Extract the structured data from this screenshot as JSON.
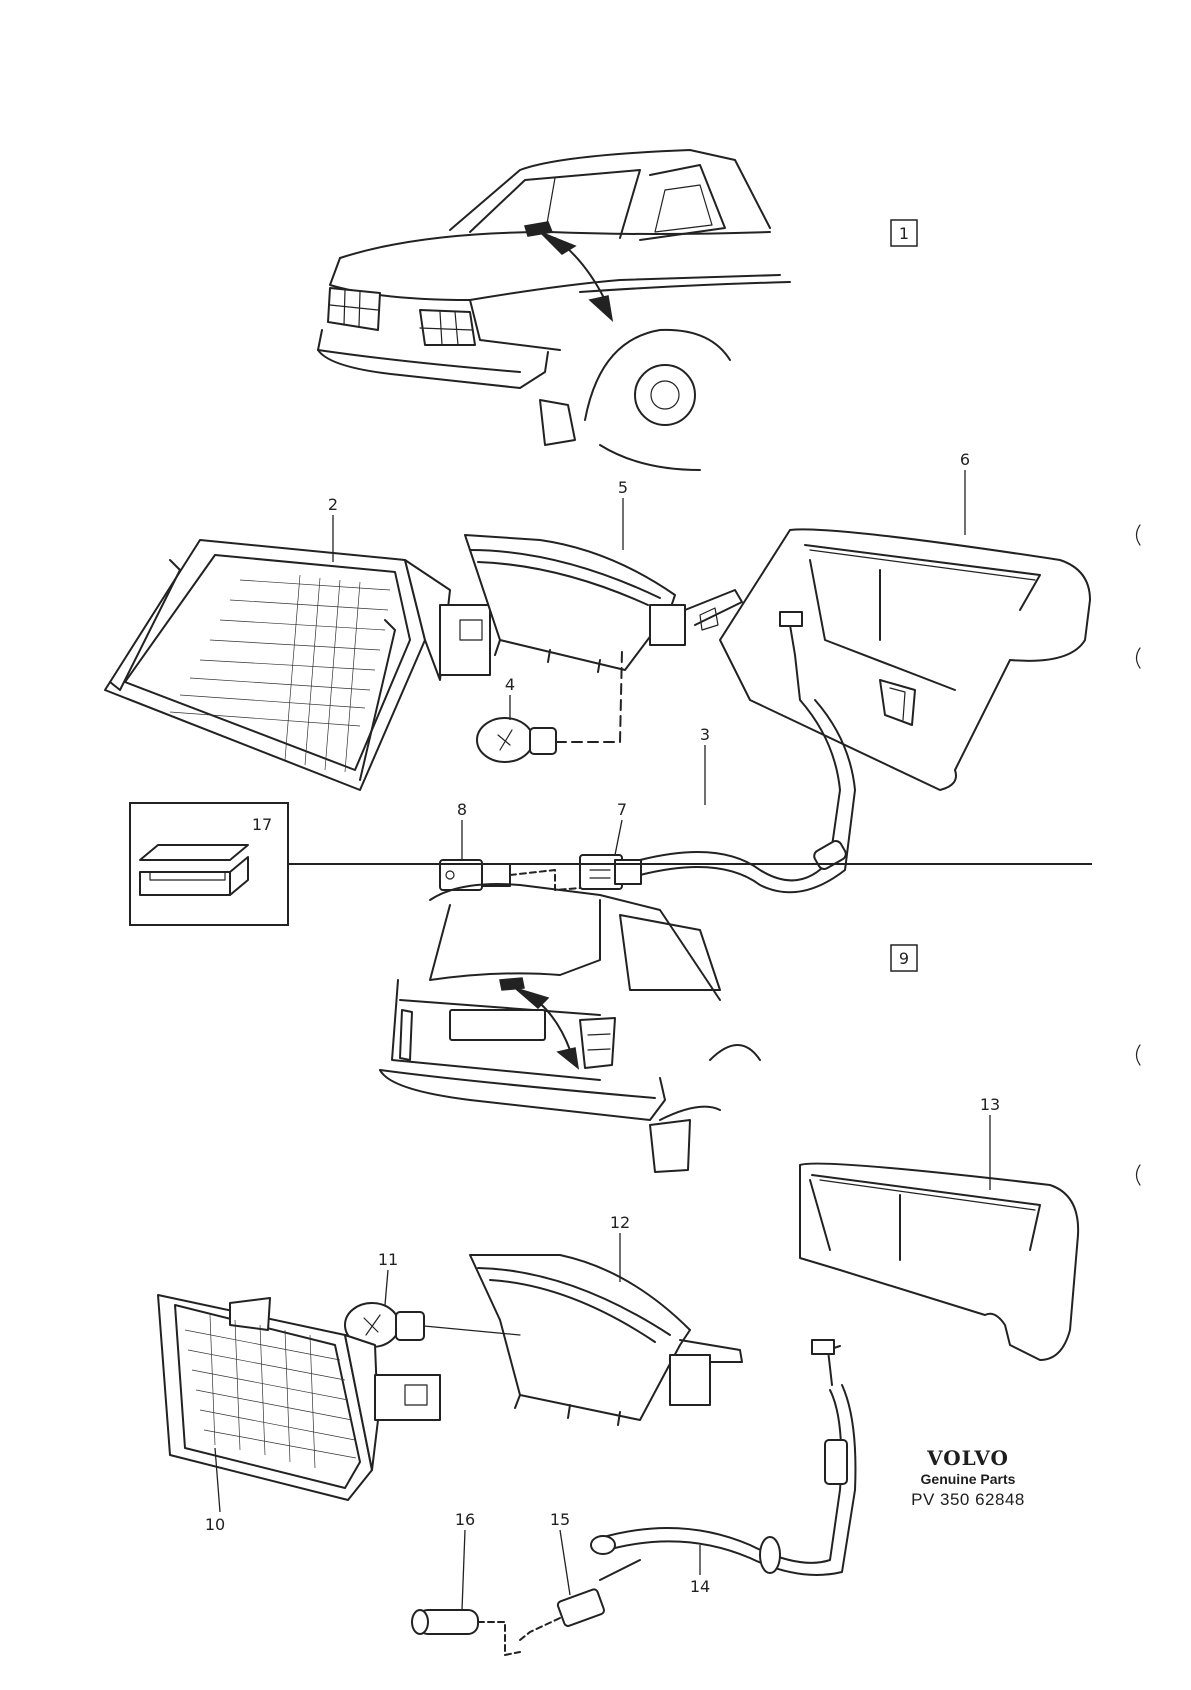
{
  "diagram": {
    "sections": [
      {
        "number": "1"
      },
      {
        "number": "9"
      }
    ],
    "inset": {
      "number": "17"
    },
    "callouts": [
      "2",
      "3",
      "4",
      "5",
      "6",
      "7",
      "8",
      "10",
      "11",
      "12",
      "13",
      "14",
      "15",
      "16"
    ]
  },
  "branding": {
    "brand": "VOLVO",
    "tagline": "Genuine Parts",
    "reference": "PV 350 62848"
  }
}
